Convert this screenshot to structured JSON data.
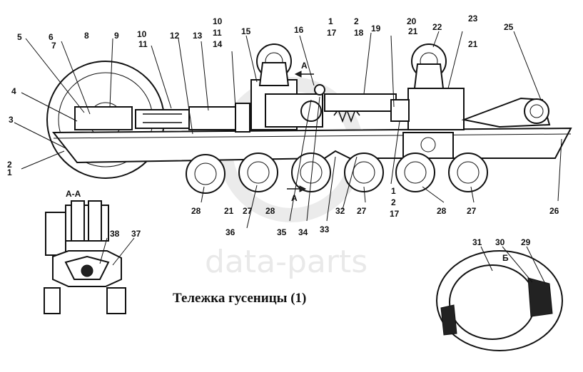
{
  "title": "Тележка гусеницы (1)",
  "watermark": "data-parts",
  "views": {
    "section_aa": "А-А",
    "detail_b": "Б",
    "arrow_a": "А"
  },
  "callouts": [
    {
      "id": "c1",
      "text": "1"
    },
    {
      "id": "c2",
      "text": "2"
    },
    {
      "id": "c3",
      "text": "3"
    },
    {
      "id": "c4",
      "text": "4"
    },
    {
      "id": "c5",
      "text": "5"
    },
    {
      "id": "c6",
      "text": "6"
    },
    {
      "id": "c7",
      "text": "7"
    },
    {
      "id": "c8",
      "text": "8"
    },
    {
      "id": "c9",
      "text": "9"
    },
    {
      "id": "c10a",
      "text": "10"
    },
    {
      "id": "c11a",
      "text": "11"
    },
    {
      "id": "c12",
      "text": "12"
    },
    {
      "id": "c13",
      "text": "13"
    },
    {
      "id": "c10b",
      "text": "10"
    },
    {
      "id": "c11b",
      "text": "11"
    },
    {
      "id": "c14",
      "text": "14"
    },
    {
      "id": "c15",
      "text": "15"
    },
    {
      "id": "c16",
      "text": "16"
    },
    {
      "id": "c1b",
      "text": "1"
    },
    {
      "id": "c17a",
      "text": "17"
    },
    {
      "id": "c2b",
      "text": "2"
    },
    {
      "id": "c18",
      "text": "18"
    },
    {
      "id": "c19",
      "text": "19"
    },
    {
      "id": "c20",
      "text": "20"
    },
    {
      "id": "c21a",
      "text": "21"
    },
    {
      "id": "c22",
      "text": "22"
    },
    {
      "id": "c23",
      "text": "23"
    },
    {
      "id": "c21b",
      "text": "21"
    },
    {
      "id": "c25",
      "text": "25"
    },
    {
      "id": "c28a",
      "text": "28"
    },
    {
      "id": "c21c",
      "text": "21"
    },
    {
      "id": "c27a",
      "text": "27"
    },
    {
      "id": "c28b",
      "text": "28"
    },
    {
      "id": "c36",
      "text": "36"
    },
    {
      "id": "c35",
      "text": "35"
    },
    {
      "id": "c34",
      "text": "34"
    },
    {
      "id": "c33",
      "text": "33"
    },
    {
      "id": "c32",
      "text": "32"
    },
    {
      "id": "c27b",
      "text": "27"
    },
    {
      "id": "c1c",
      "text": "1"
    },
    {
      "id": "c2c",
      "text": "2"
    },
    {
      "id": "c17b",
      "text": "17"
    },
    {
      "id": "c28c",
      "text": "28"
    },
    {
      "id": "c27c",
      "text": "27"
    },
    {
      "id": "c26",
      "text": "26"
    },
    {
      "id": "c38",
      "text": "38"
    },
    {
      "id": "c37",
      "text": "37"
    },
    {
      "id": "c31",
      "text": "31"
    },
    {
      "id": "c30",
      "text": "30"
    },
    {
      "id": "c29",
      "text": "29"
    }
  ]
}
